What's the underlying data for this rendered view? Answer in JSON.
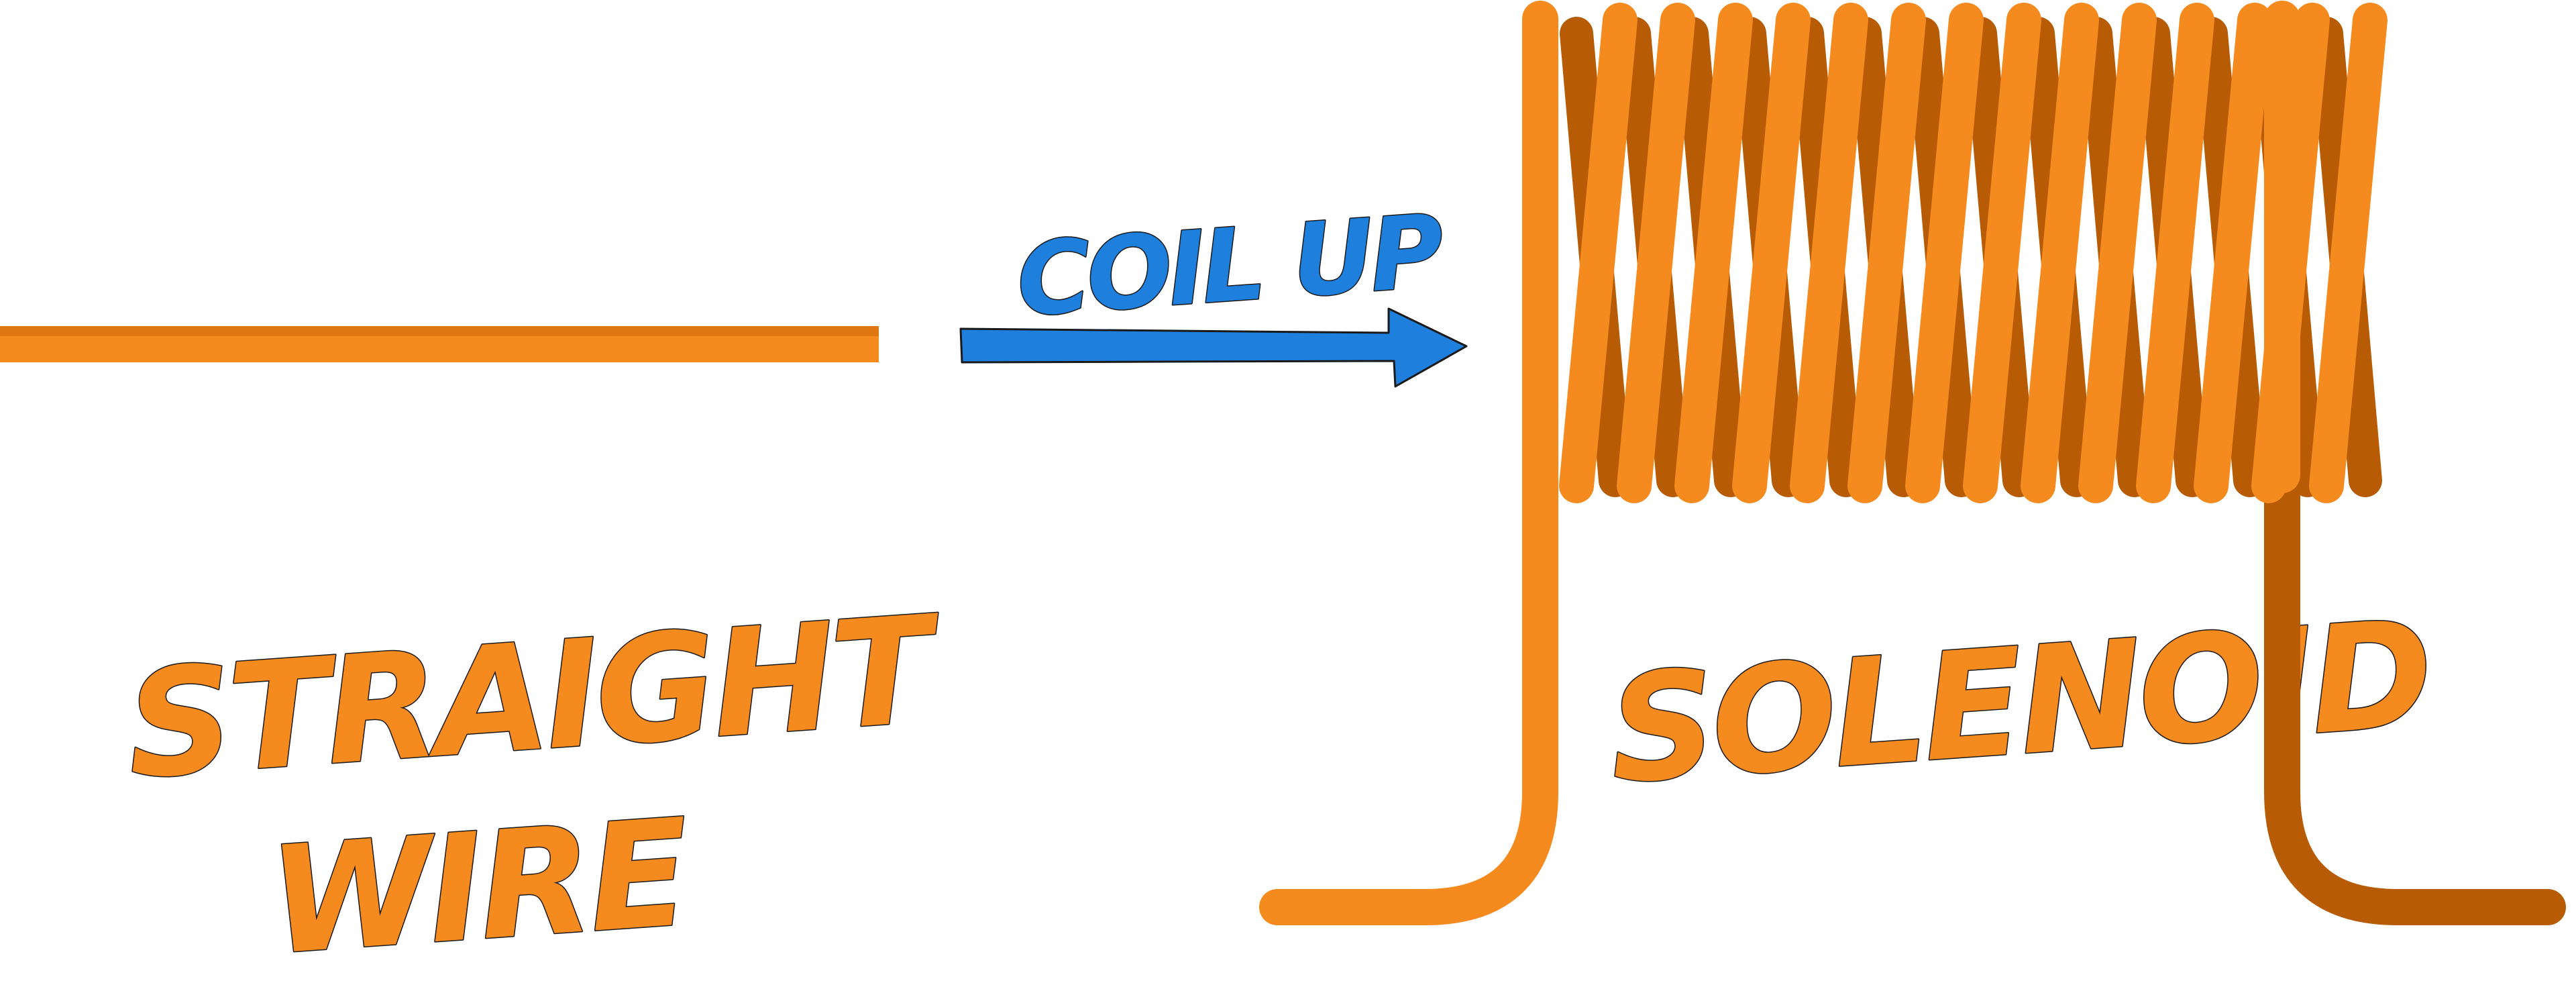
{
  "labels": {
    "straight_line1": "STRAIGHT",
    "straight_line2": "WIRE",
    "arrow_label": "COIL UP",
    "solenoid": "SOLENOID"
  },
  "colors": {
    "wire_front": "#f58a1f",
    "wire_back": "#b75b05",
    "wire_stripe": "#de7611",
    "arrow": "#1e7fdd",
    "outline": "#1a1a1a"
  },
  "solenoid": {
    "turns": 14
  }
}
